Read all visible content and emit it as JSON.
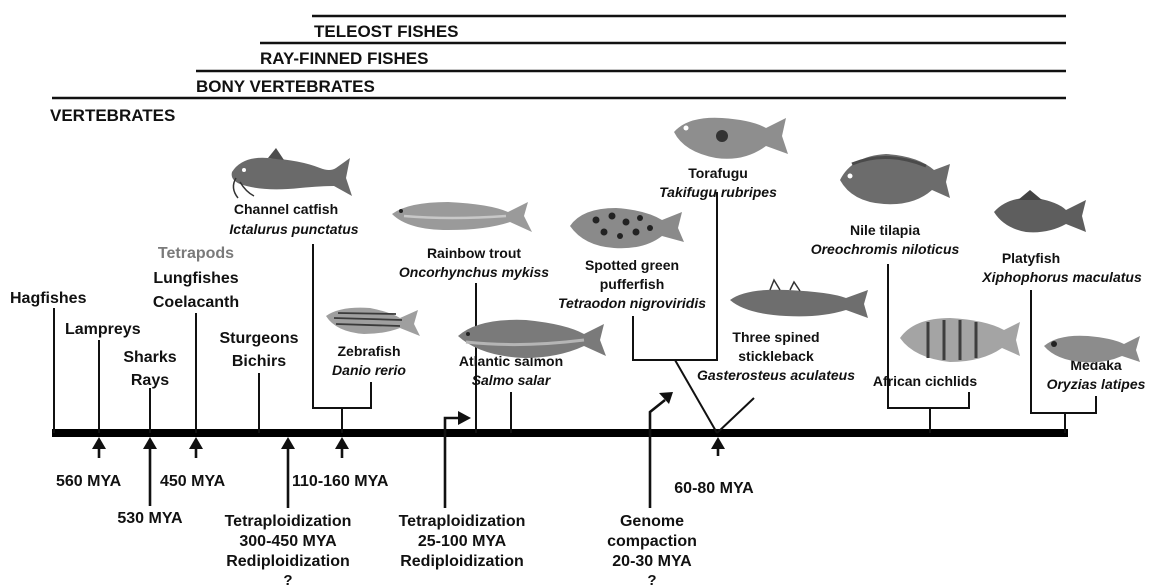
{
  "clades": {
    "teleost": "TELEOST FISHES",
    "ray_finned": "RAY-FINNED FISHES",
    "bony": "BONY VERTEBRATES",
    "vertebrates": "VERTEBRATES"
  },
  "taxa": {
    "hagfishes": "Hagfishes",
    "lampreys": "Lampreys",
    "sharks": "Sharks",
    "rays": "Rays",
    "tetrapods": "Tetrapods",
    "lungfishes": "Lungfishes",
    "coelacanth": "Coelacanth",
    "sturgeons": "Sturgeons",
    "bichirs": "Bichirs",
    "catfish_common": "Channel catfish",
    "catfish_latin": "Ictalurus punctatus",
    "zebrafish_common": "Zebrafish",
    "zebrafish_latin": "Danio rerio",
    "trout_common": "Rainbow trout",
    "trout_latin": "Oncorhynchus mykiss",
    "salmon_common": "Atlantic salmon",
    "salmon_latin": "Salmo salar",
    "puffer_common_1": "Spotted green",
    "puffer_common_2": "pufferfish",
    "puffer_latin": "Tetraodon nigroviridis",
    "torafugu_common": "Torafugu",
    "torafugu_latin": "Takifugu rubripes",
    "stickleback_common_1": "Three spined",
    "stickleback_common_2": "stickleback",
    "stickleback_latin": "Gasterosteus aculateus",
    "tilapia_common": "Nile tilapia",
    "tilapia_latin": "Oreochromis niloticus",
    "cichlids": "African cichlids",
    "platyfish_common": "Platyfish",
    "platyfish_latin": "Xiphophorus maculatus",
    "medaka_common": "Medaka",
    "medaka_latin": "Oryzias latipes"
  },
  "events": {
    "mya_560": "560 MYA",
    "mya_530": "530 MYA",
    "mya_450": "450 MYA",
    "mya_110_160": "110-160 MYA",
    "mya_60_80": "60-80 MYA",
    "tetra1_a": "Tetraploidization",
    "tetra1_b": "300-450 MYA",
    "tetra1_c": "Rediploidization",
    "tetra1_d": "?",
    "tetra2_a": "Tetraploidization",
    "tetra2_b": "25-100 MYA",
    "tetra2_c": "Rediploidization",
    "genome_a": "Genome",
    "genome_b": "compaction",
    "genome_c": "20-30 MYA",
    "genome_d": "?"
  },
  "icons": [
    "fish-catfish-icon",
    "fish-trout-icon",
    "fish-zebrafish-icon",
    "fish-salmon-icon",
    "fish-pufferfish-icon",
    "fish-torafugu-icon",
    "fish-stickleback-icon",
    "fish-tilapia-icon",
    "fish-cichlid-icon",
    "fish-platyfish-icon",
    "fish-medaka-icon"
  ]
}
